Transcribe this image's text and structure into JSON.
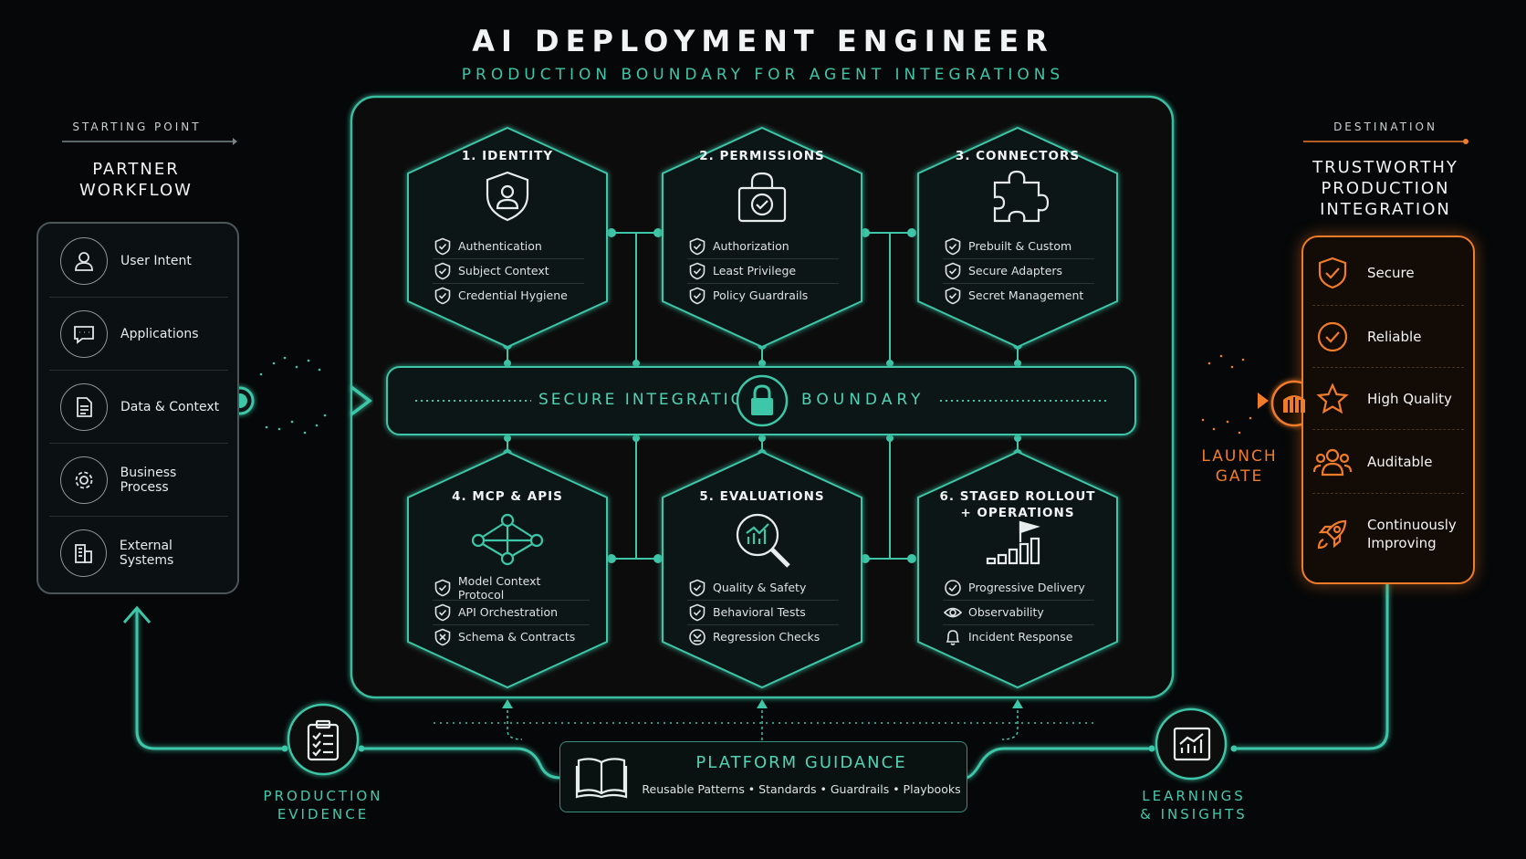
{
  "header": {
    "title": "AI DEPLOYMENT ENGINEER",
    "subtitle": "PRODUCTION BOUNDARY FOR AGENT INTEGRATIONS"
  },
  "left": {
    "caption": "STARTING POINT",
    "title_line1": "PARTNER",
    "title_line2": "WORKFLOW",
    "items": [
      {
        "label": "User Intent",
        "icon": "user-icon"
      },
      {
        "label": "Applications",
        "icon": "chat-bubble-icon"
      },
      {
        "label": "Data & Context",
        "icon": "document-icon"
      },
      {
        "label": "Business Process",
        "icon": "gear-icon"
      },
      {
        "label": "External Systems",
        "icon": "building-icon"
      }
    ]
  },
  "right": {
    "caption": "DESTINATION",
    "title_line1": "TRUSTWORTHY",
    "title_line2": "PRODUCTION",
    "title_line3": "INTEGRATION",
    "items": [
      {
        "label": "Secure",
        "icon": "shield-check-icon"
      },
      {
        "label": "Reliable",
        "icon": "check-circle-icon"
      },
      {
        "label": "High Quality",
        "icon": "star-icon"
      },
      {
        "label": "Auditable",
        "icon": "users-icon"
      },
      {
        "label_line1": "Continuously",
        "label_line2": "Improving",
        "icon": "rocket-icon"
      }
    ]
  },
  "hexes": [
    {
      "title": "1. IDENTITY",
      "icon": "shield-user-icon",
      "items": [
        "Authentication",
        "Subject Context",
        "Credential Hygiene"
      ]
    },
    {
      "title": "2. PERMISSIONS",
      "icon": "lock-check-icon",
      "items": [
        "Authorization",
        "Least Privilege",
        "Policy Guardrails"
      ]
    },
    {
      "title": "3. CONNECTORS",
      "icon": "puzzle-icon",
      "items": [
        "Prebuilt & Custom",
        "Secure Adapters",
        "Secret Management"
      ]
    },
    {
      "title": "4. MCP & APIS",
      "icon": "network-graph-icon",
      "items": [
        "Model Context Protocol",
        "API Orchestration",
        "Schema & Contracts"
      ]
    },
    {
      "title": "5. EVALUATIONS",
      "icon": "magnifier-chart-icon",
      "items": [
        "Quality & Safety",
        "Behavioral Tests",
        "Regression Checks"
      ]
    },
    {
      "title_line1": "6. STAGED ROLLOUT",
      "title_line2": "+ OPERATIONS",
      "icon": "flag-steps-icon",
      "items": [
        "Progressive Delivery",
        "Observability",
        "Incident Response"
      ]
    }
  ],
  "boundary": {
    "left_text": "SECURE INTEGRATION",
    "right_text": "BOUNDARY"
  },
  "launch": {
    "line1": "LAUNCH",
    "line2": "GATE"
  },
  "bottom": {
    "evidence_line1": "PRODUCTION",
    "evidence_line2": "EVIDENCE",
    "guidance_title": "PLATFORM GUIDANCE",
    "guidance_sub": "Reusable Patterns • Standards • Guardrails • Playbooks",
    "learnings_line1": "LEARNINGS",
    "learnings_line2": "& INSIGHTS"
  },
  "colors": {
    "accent_teal": "#3ec6a8",
    "accent_orange": "#f07c2a",
    "background": "#050708"
  }
}
